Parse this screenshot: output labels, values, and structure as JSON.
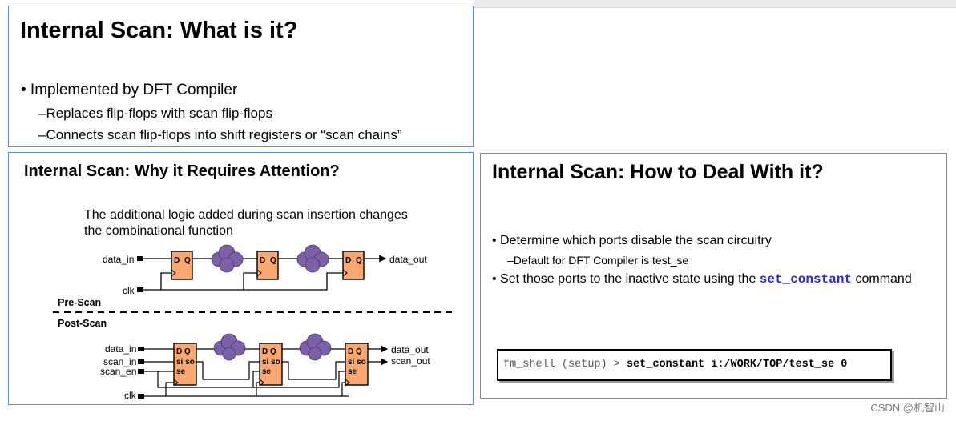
{
  "slide1": {
    "title": "Internal Scan: What is it?",
    "bullet": "• Implemented by DFT Compiler",
    "subbullets": [
      "–Replaces flip-flops with scan flip-flops",
      "–Connects scan flip-flops into shift registers or “scan chains”"
    ]
  },
  "slide2": {
    "title": "Internal Scan: Why it Requires Attention?",
    "desc_line1": "The additional logic added during scan insertion changes",
    "desc_line2": "the combinational function",
    "pre_label": "Pre-Scan",
    "post_label": "Post-Scan",
    "pre": {
      "data_in": "data_in",
      "clk": "clk",
      "data_out": "data_out",
      "ff_d": "D",
      "ff_q": "Q"
    },
    "post": {
      "data_in": "data_in",
      "scan_in": "scan_in",
      "scan_en": "scan_en",
      "clk": "clk",
      "data_out": "data_out",
      "scan_out": "scan_out",
      "ff_line1": "D Q",
      "ff_line2": "si so",
      "ff_line3": "se"
    },
    "colors": {
      "ff_fill": "#f9a870",
      "cloud_fill": "#7d61a8"
    }
  },
  "slide3": {
    "title": "Internal Scan: How to Deal With it?",
    "bullet1": "• Determine which ports disable the scan circuitry",
    "sub1": "–Default for DFT Compiler is test_se",
    "bullet2_pre": "• Set those ports to the inactive state using the ",
    "bullet2_code": "set_constant",
    "bullet2_post": " command",
    "cmd_prompt": "fm_shell (setup) > ",
    "cmd_text": "set_constant i:/WORK/TOP/test_se 0",
    "colors": {
      "code": "#2b2bd6"
    }
  },
  "watermark": "CSDN @机智山"
}
